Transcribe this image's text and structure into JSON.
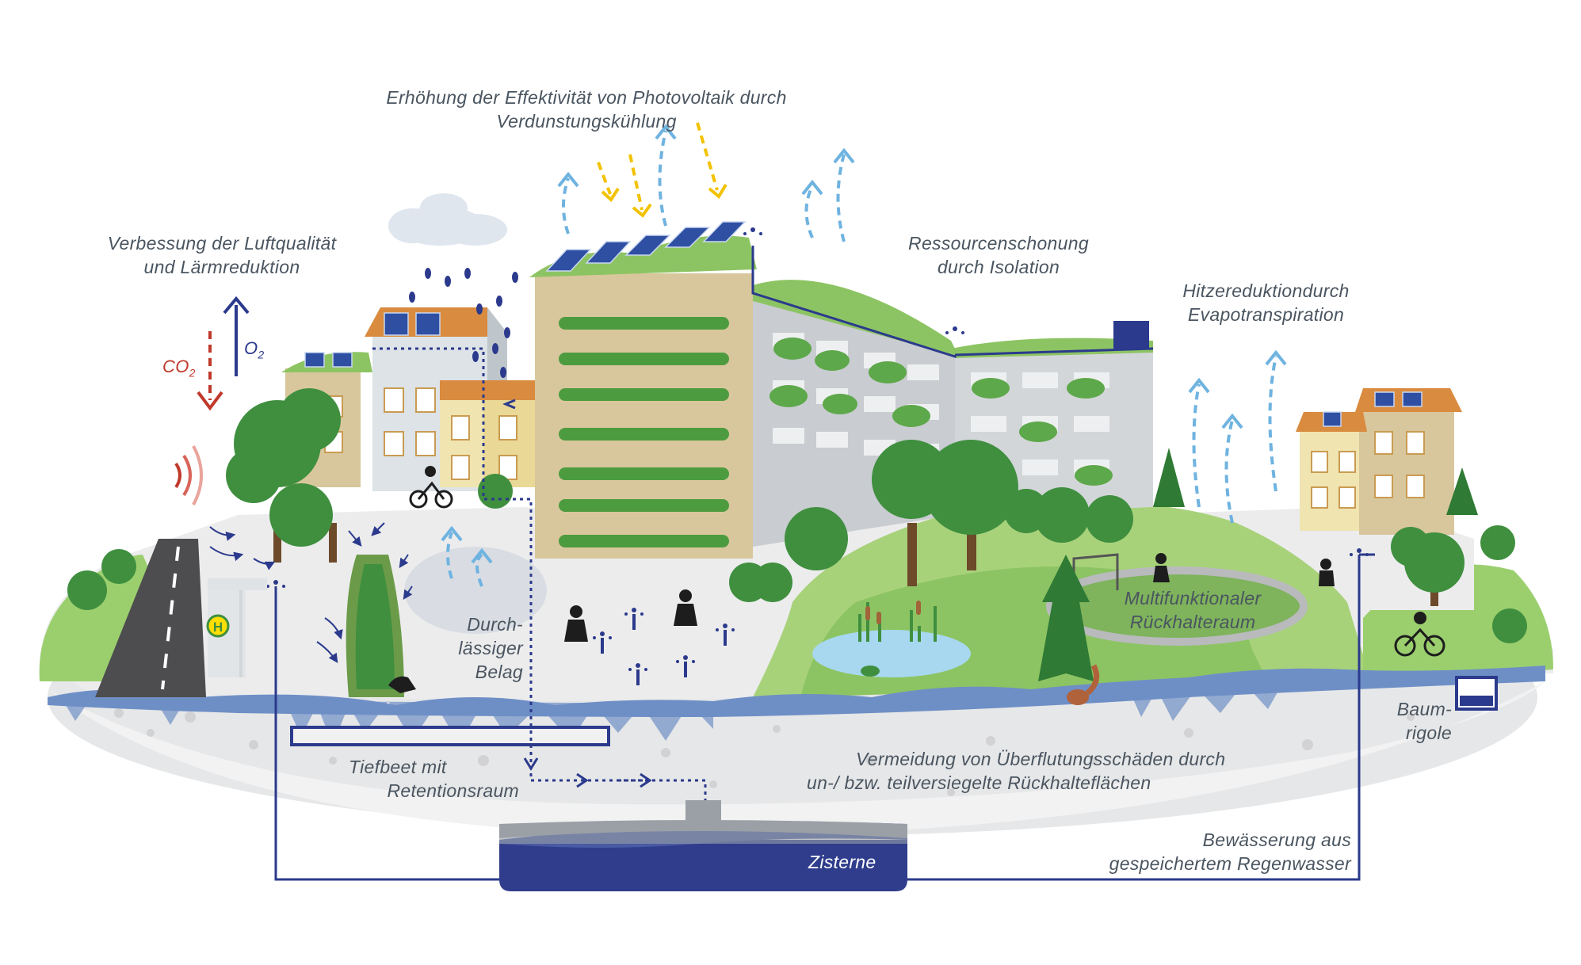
{
  "labels": {
    "photovoltaik_line1": "Erhöhung der Effektivität von Photovoltaik durch",
    "photovoltaik_line2": "Verdunstungskühlung",
    "luft_line1": "Verbessung der Luftqualität",
    "luft_line2": "und Lärmreduktion",
    "ressourcen_line1": "Ressourcenschonung",
    "ressourcen_line2": "durch Isolation",
    "hitze_line1": "Hitzereduktiondurch",
    "hitze_line2": "Evapotranspiration",
    "belag_line1": "Durch-",
    "belag_line2": "lässiger",
    "belag_line3": "Belag",
    "rueckhalte_line1": "Multifunktionaler",
    "rueckhalte_line2": "Rückhalteraum",
    "baum_line1": "Baum-",
    "baum_line2": "rigole",
    "tiefbeet_line1": "Tiefbeet mit",
    "tiefbeet_line2": "Retentionsraum",
    "flut_line1": "Vermeidung von Überflutungsschäden durch",
    "flut_line2": "un-/ bzw. teilversiegelte Rückhalteflächen",
    "bewaesserung_line1": "Bewässerung aus",
    "bewaesserung_line2": "gespeichertem Regenwasser",
    "zisterne": "Zisterne",
    "co2_main": "CO",
    "co2_sub": "2",
    "o2_main": "O",
    "o2_sub": "2",
    "bus_stop_sign": "H"
  },
  "colors": {
    "navy": "#2b3a8c",
    "light_blue_arrow": "#6fb3e0",
    "yellow_arrow": "#f2c200",
    "red_arrow": "#c0392b",
    "green_grass": "#9bcf6e",
    "dark_green_tree": "#3f8f3f",
    "building_beige": "#d8c79c",
    "building_grey": "#c9ccd0",
    "water_blue": "#a7d8ef",
    "soil_grey": "#e3e3e3",
    "cistern_navy": "#2f3d8c"
  },
  "icons": [
    "solar-panel-icon",
    "cloud-icon",
    "rain-drop-icon",
    "tree-icon",
    "sprinkler-icon",
    "cyclist-icon",
    "child-icon",
    "bird-icon",
    "frog-icon",
    "squirrel-icon",
    "soccer-goal-icon",
    "noise-wave-icon",
    "bus-stop-icon"
  ]
}
